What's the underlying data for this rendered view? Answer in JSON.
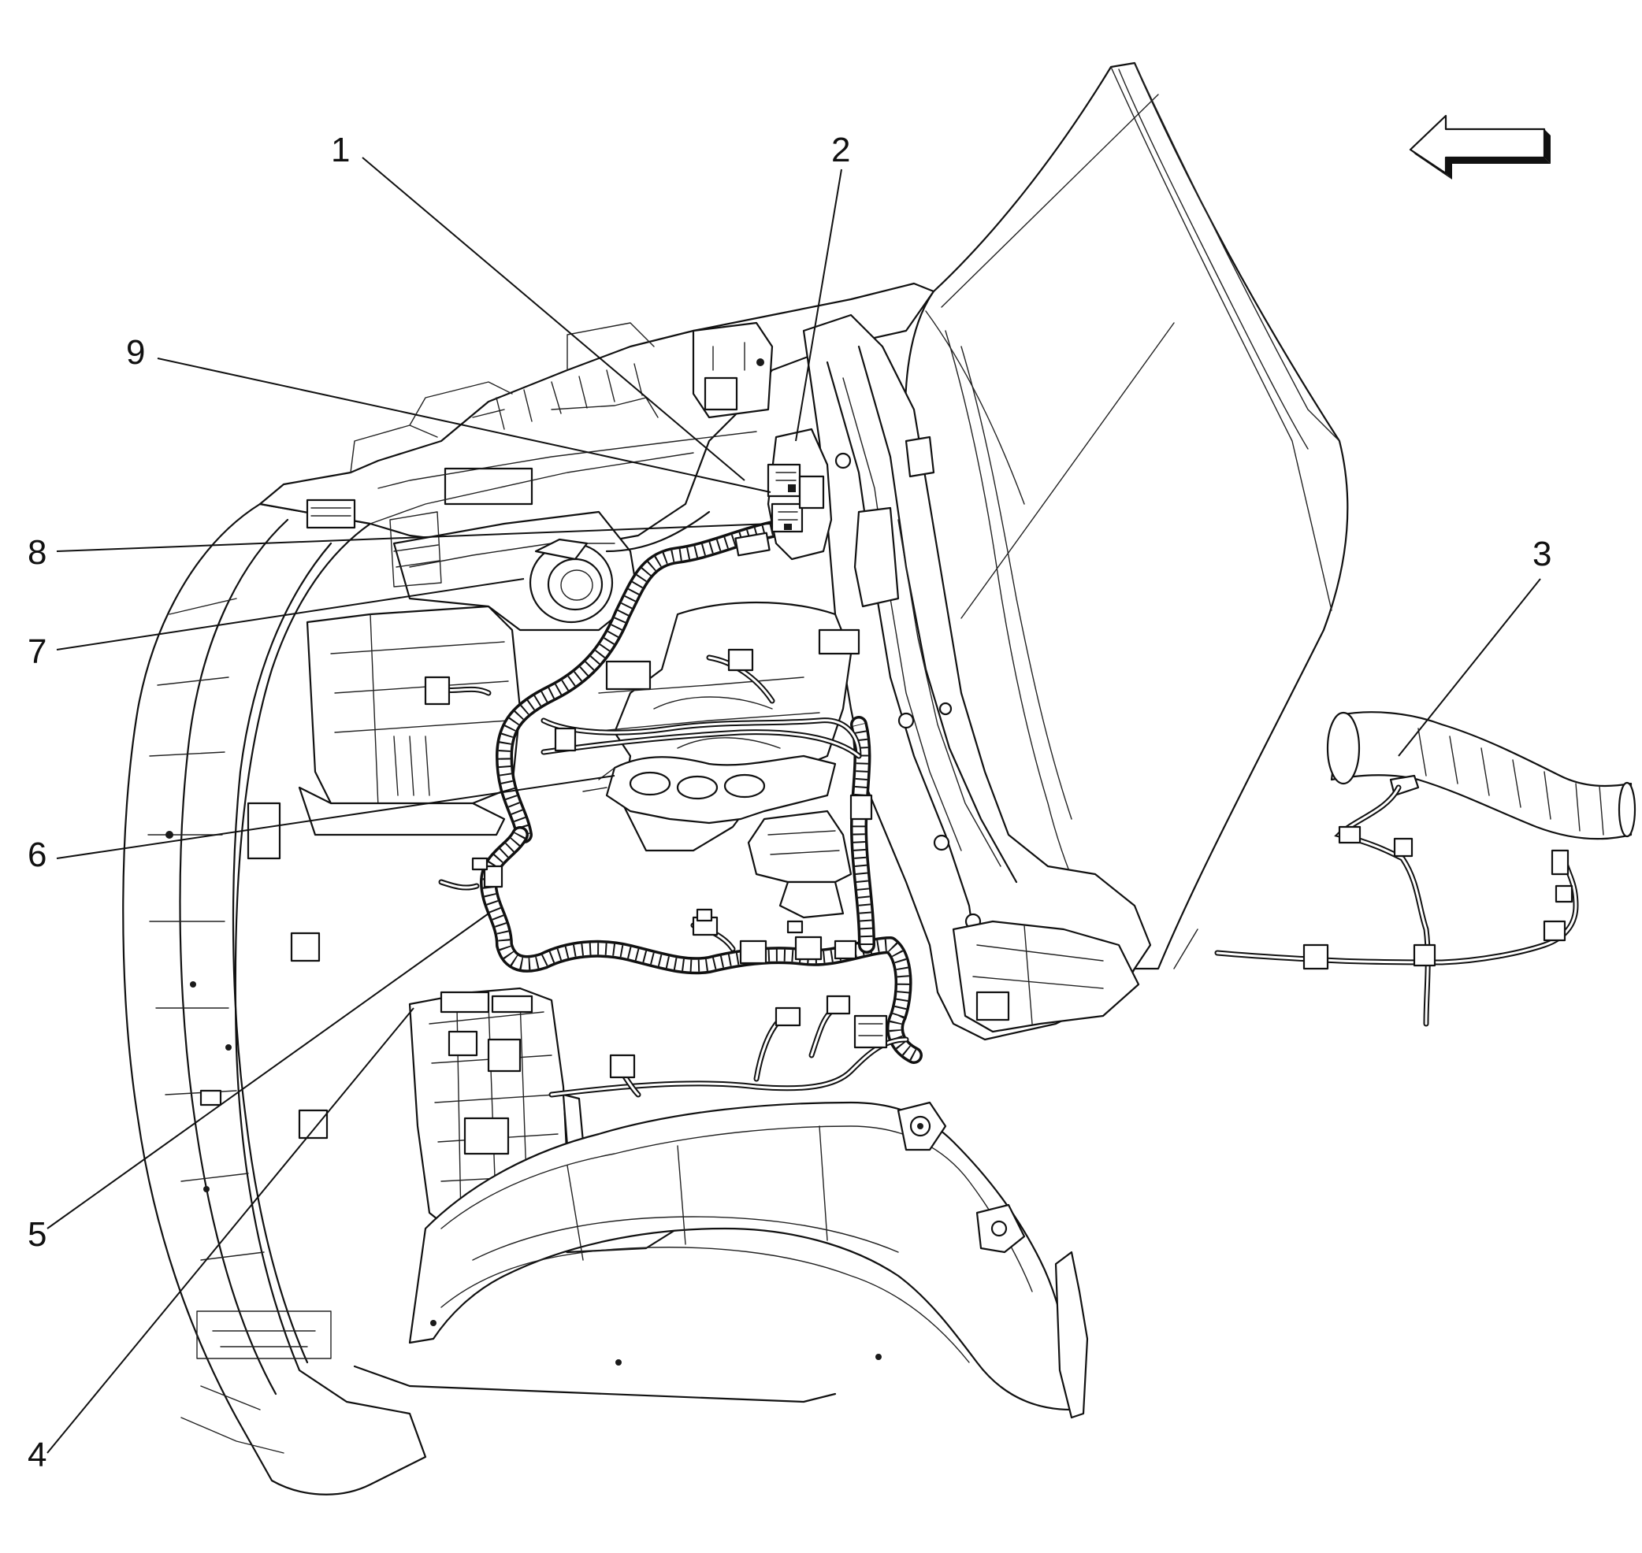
{
  "callouts": [
    {
      "label": "1"
    },
    {
      "label": "2"
    },
    {
      "label": "3"
    },
    {
      "label": "4"
    },
    {
      "label": "5"
    },
    {
      "label": "6"
    },
    {
      "label": "7"
    },
    {
      "label": "8"
    },
    {
      "label": "9"
    }
  ],
  "direction_arrow": {
    "icon": "left-arrow-icon"
  }
}
